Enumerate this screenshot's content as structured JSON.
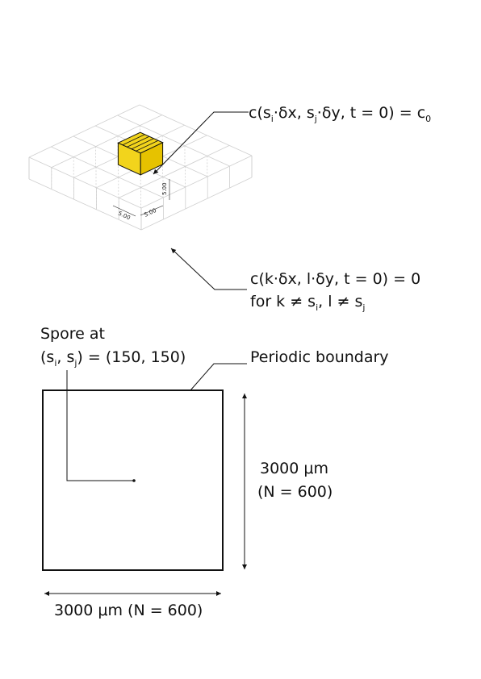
{
  "grid_isometric": {
    "cube_dimension_labels": [
      "5.00",
      "5.00",
      "5.00"
    ],
    "spore_cell_color": "#f2d41c"
  },
  "annotations": {
    "spore_condition": {
      "pre": "c(s",
      "i": "i",
      "mid1": "·δx, s",
      "j": "j",
      "mid2": "·δy, t = 0) = c",
      "zero": "0"
    },
    "other_condition_line1": "c(k·δx, l·δy, t = 0) = 0",
    "other_condition_line2": {
      "pre": "for k ≠ s",
      "i": "i",
      "mid": ", l ≠ s",
      "j": "j"
    },
    "spore_at_line1": "Spore at",
    "spore_at_line2": {
      "pre": "(s",
      "i": "i",
      "mid": ", s",
      "j": "j",
      "post": ") = (150, 150)"
    },
    "periodic_boundary": "Periodic boundary",
    "vertical_dim_line1": "3000 μm",
    "vertical_dim_line2": "(N = 600)",
    "horizontal_dim": "3000 μm (N = 600)"
  }
}
